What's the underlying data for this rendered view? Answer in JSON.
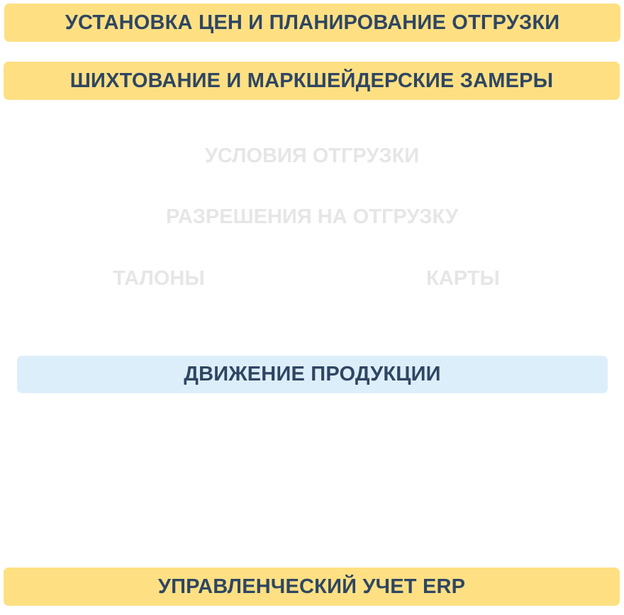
{
  "blocks": {
    "pricing": "УСТАНОВКА ЦЕН И ПЛАНИРОВАНИЕ ОТГРУЗКИ",
    "blending": "ШИХТОВАНИЕ И МАРКШЕЙДЕРСКИЕ ЗАМЕРЫ",
    "movement": "ДВИЖЕНИЕ ПРОДУКЦИИ",
    "erp": "УПРАВЛЕНЧЕСКИЙ УЧЕТ ERP"
  },
  "faded_items": {
    "conditions": "УСЛОВИЯ ОТГРУЗКИ",
    "permissions": "РАЗРЕШЕНИЯ НА ОТГРУЗКУ",
    "talons": "ТАЛОНЫ",
    "cards": "КАРТЫ"
  },
  "colors": {
    "yellow_bar": "#fee083",
    "blue_bar": "#ddeefb",
    "bar_text": "#2f4662",
    "faded_text": "#e6e6e6"
  }
}
